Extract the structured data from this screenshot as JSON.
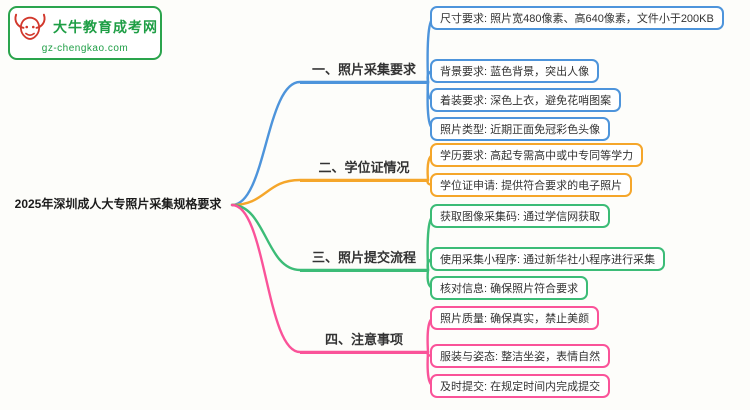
{
  "background": "#fdfdfa",
  "logo": {
    "title": "大牛教育成考网",
    "subtitle": "gz-chengkao.com",
    "icon": "bull-icon",
    "border_color": "#2aa44c",
    "text_color": "#1e9e45",
    "icon_color": "#d2382c"
  },
  "root": {
    "label": "2025年深圳成人大专照片采集规格要求"
  },
  "branches": [
    {
      "label": "一、照片采集要求",
      "color": "#4d94db",
      "children": [
        "尺寸要求: 照片宽480像素、高640像素，文件小于200KB",
        "背景要求: 蓝色背景，突出人像",
        "着装要求: 深色上衣，避免花哨图案",
        "照片类型: 近期正面免冠彩色头像"
      ]
    },
    {
      "label": "二、学位证情况",
      "color": "#f5a62a",
      "children": [
        "学历要求: 高起专需高中或中专同等学力",
        "学位证申请: 提供符合要求的电子照片"
      ]
    },
    {
      "label": "三、照片提交流程",
      "color": "#3cbc77",
      "children": [
        "获取图像采集码: 通过学信网获取",
        "使用采集小程序: 通过新华社小程序进行采集",
        "核对信息: 确保照片符合要求"
      ]
    },
    {
      "label": "四、注意事项",
      "color": "#fa5399",
      "children": [
        "照片质量: 确保真实，禁止美颜",
        "服装与姿态: 整洁坐姿，表情自然",
        "及时提交: 在规定时间内完成提交"
      ]
    }
  ]
}
